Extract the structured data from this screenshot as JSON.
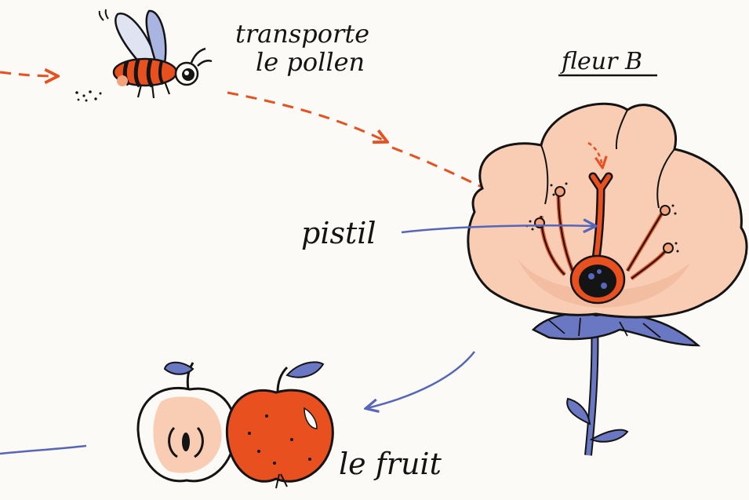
{
  "labels": {
    "insect_caption_line1": "transporte",
    "insect_caption_line2": "le pollen",
    "flower_title": "fleur B",
    "pistil": "pistil",
    "fruit": "le fruit"
  },
  "colors": {
    "ink": "#141414",
    "orange": "#e8501f",
    "petal": "#f8cdb4",
    "blue": "#5566bb",
    "leaf": "#6a78c4",
    "background": "#fbfaf6"
  },
  "icons": [
    "bee-icon",
    "flower-icon",
    "apple-half-icon",
    "apple-whole-icon"
  ]
}
